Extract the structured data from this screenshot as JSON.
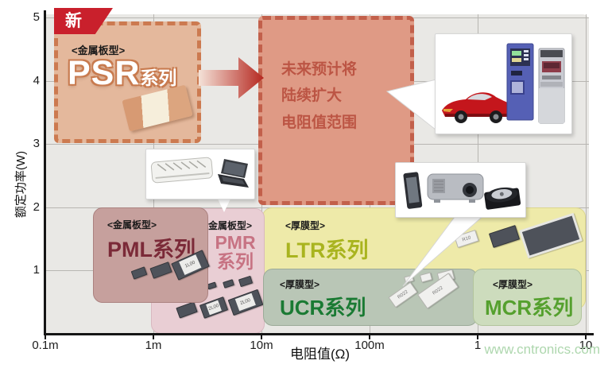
{
  "watermark": {
    "text": "www.cntronics.com",
    "color": "#aed7ae"
  },
  "badge": {
    "new_label": "新",
    "color": "#c9202c"
  },
  "expansion": {
    "lines": [
      "未来预计将",
      "陆续扩大",
      "电阻值范围"
    ],
    "x_range_ohm": [
      "10m",
      "250m"
    ],
    "y_range_w": [
      2,
      5
    ],
    "fill": "#df9a85",
    "border": "#c2604b",
    "text_color": "#bc5544"
  },
  "chart_data": {
    "type": "area",
    "title": "",
    "xlabel": "电阻值(Ω)",
    "ylabel": "额定功率(W)",
    "x_scale": "log",
    "x_ticks": [
      "0.1m",
      "1m",
      "10m",
      "100m",
      "1",
      "10"
    ],
    "y_ticks": [
      "5",
      "4",
      "3",
      "2",
      "1"
    ],
    "ylim": [
      0,
      5
    ],
    "xlim_ohm": [
      "0.1m",
      "10"
    ],
    "grid": true,
    "series": [
      {
        "name": "PSR系列",
        "name_parts": {
          "latin": "PSR",
          "cjk": "系列"
        },
        "type_label": "<金属板型>",
        "construction": "metal-plate",
        "x_range_ohm": [
          "0.12m",
          "2.7m"
        ],
        "y_range_w": [
          3,
          5
        ],
        "is_new": true,
        "fill": "#e4b89c",
        "border": "#cc7a50"
      },
      {
        "name": "PML系列",
        "type_label": "<金属板型>",
        "construction": "metal-plate",
        "x_range_ohm": [
          "0.3m",
          "3m"
        ],
        "y_range_w": [
          0.5,
          2
        ],
        "fill": "#c6a09d",
        "text_color": "#7b2a38"
      },
      {
        "name": "PMR系列",
        "type_label": "<金属板型>",
        "construction": "metal-plate",
        "x_range_ohm": [
          "1m",
          "10m"
        ],
        "y_range_w": [
          0,
          2
        ],
        "fill": "#e9ced4",
        "text_color": "#c77383"
      },
      {
        "name": "LTR系列",
        "type_label": "<厚膜型>",
        "construction": "thick-film",
        "x_range_ohm": [
          "10m",
          "10"
        ],
        "y_range_w": [
          0.4,
          2
        ],
        "fill": "#eeeaa9",
        "text_color": "#a9b41f"
      },
      {
        "name": "UCR系列",
        "type_label": "<厚膜型>",
        "construction": "thick-film",
        "x_range_ohm": [
          "10m",
          "1"
        ],
        "y_range_w": [
          0.1,
          1
        ],
        "fill": "#b9c6b6",
        "text_color": "#1a7a33"
      },
      {
        "name": "MCR系列",
        "type_label": "<厚膜型>",
        "construction": "thick-film",
        "x_range_ohm": [
          "1",
          "10"
        ],
        "y_range_w": [
          0.1,
          1
        ],
        "fill": "#cddcbd",
        "text_color": "#55a02e"
      }
    ]
  },
  "chips": {
    "pml_label": "1L00",
    "pmr_label": "2L00",
    "ltr_label": "R10",
    "ucr_label": "R022"
  },
  "callouts": [
    {
      "id": "high-power-applications",
      "items": [
        "car",
        "vending-machine",
        "atm-kiosk"
      ]
    },
    {
      "id": "mid-power-applications",
      "items": [
        "air-conditioner",
        "laptop"
      ]
    },
    {
      "id": "low-power-applications",
      "items": [
        "smartphone",
        "projector",
        "hard-disk-drive"
      ]
    }
  ]
}
